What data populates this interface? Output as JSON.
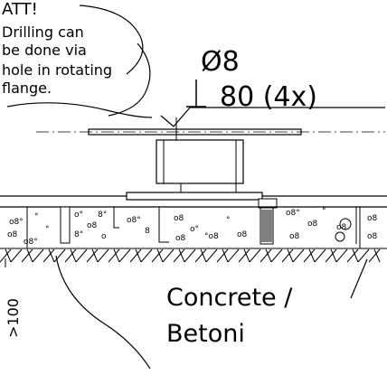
{
  "note": {
    "heading": "ATT!",
    "lines": [
      "Drilling can",
      "be done via",
      "hole in rotating",
      "flange."
    ]
  },
  "hole_spec": {
    "diameter": "Ø8",
    "depth": "80 (4x)"
  },
  "dimension": ">100",
  "material": {
    "name_en": "Concrete /",
    "name_fi": "Betoni"
  }
}
